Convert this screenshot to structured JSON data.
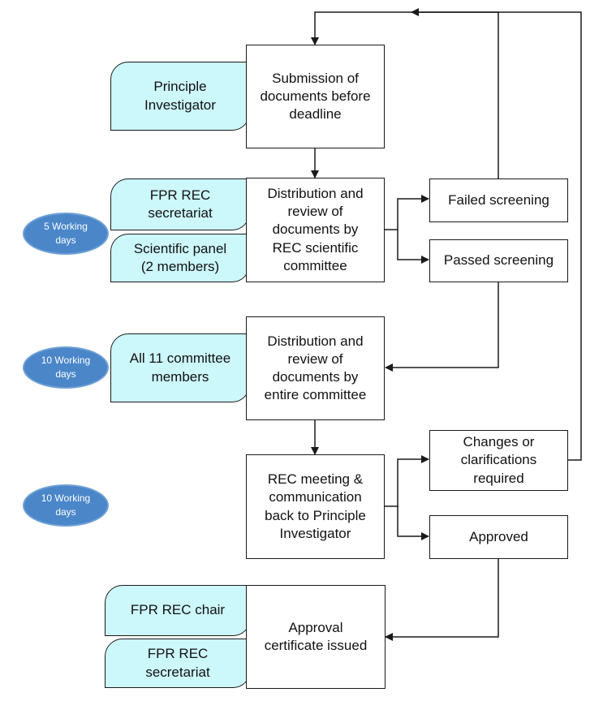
{
  "steps": {
    "submission": "Submission of\ndocuments before\ndeadline",
    "scientific_review": "Distribution and\nreview of\ndocuments by\nREC scientific\ncommittee",
    "committee_review": "Distribution and\nreview of\ndocuments by\nentire committee",
    "meeting": "REC meeting &\ncommunication\nback to Principle\nInvestigator",
    "certificate": "Approval\ncertificate issued"
  },
  "outcomes": {
    "failed": "Failed screening",
    "passed": "Passed screening",
    "changes": "Changes or\nclarifications\nrequired",
    "approved": "Approved"
  },
  "roles": {
    "principle_investigator": "Principle\nInvestigator",
    "secretariat_1": "FPR REC\nsecretariat",
    "scientific_panel": "Scientific panel\n(2 members)",
    "all_members": "All 11 committee\nmembers",
    "chair": "FPR REC chair",
    "secretariat_2": "FPR REC\nsecretariat"
  },
  "durations": {
    "d1": "5 Working\ndays",
    "d2": "10 Working\ndays",
    "d3": "10 Working\ndays"
  },
  "colors": {
    "role_fill": "#ccf7fb",
    "oval_fill": "#4a86c8",
    "line": "#1a1a1a"
  }
}
